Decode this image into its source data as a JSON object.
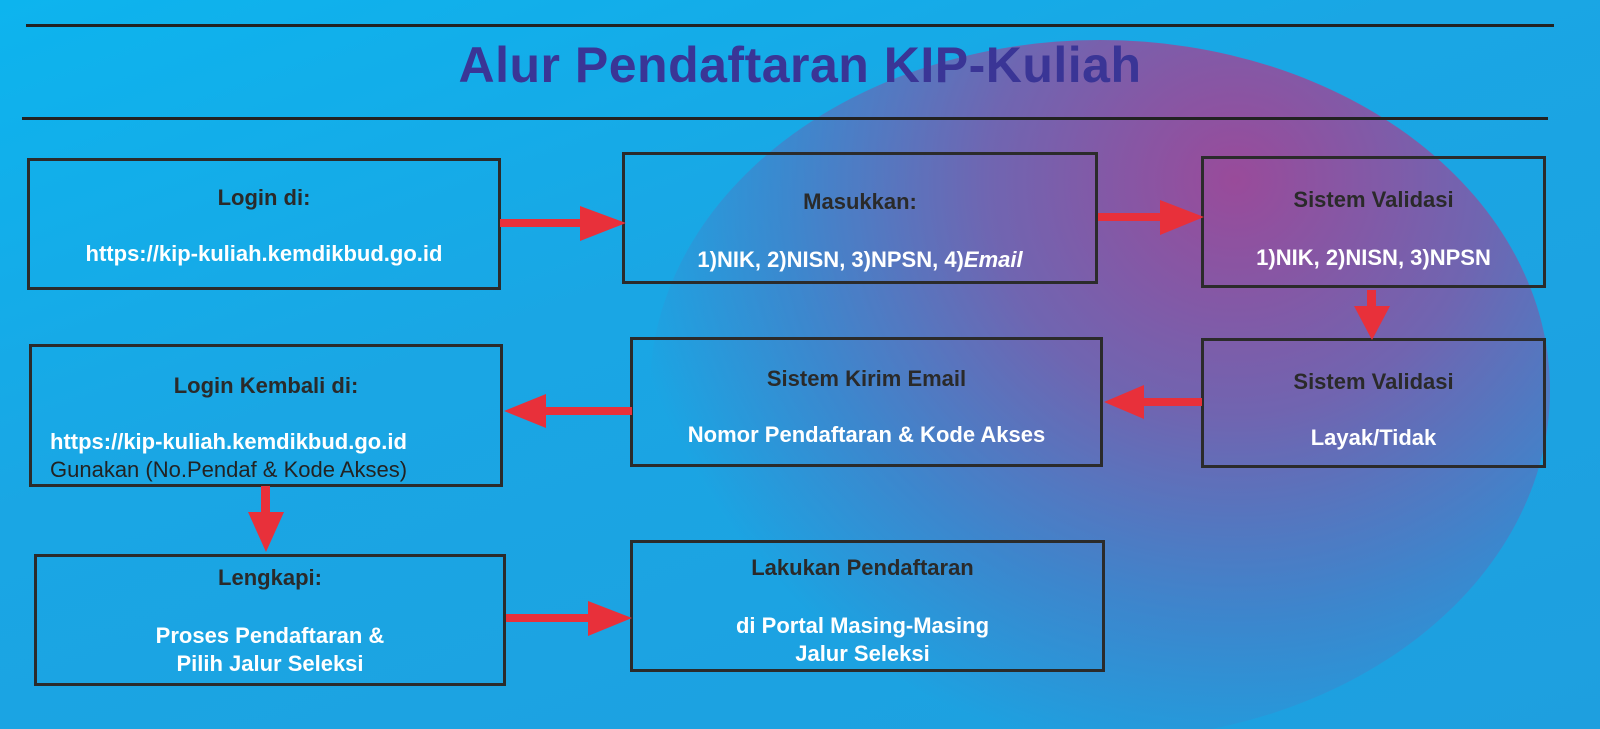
{
  "title": "Alur Pendaftaran KIP-Kuliah",
  "steps": {
    "login": {
      "heading": "Login di:",
      "url": "https://kip-kuliah.kemdikbud.go.id"
    },
    "masukkan": {
      "heading": "Masukkan:",
      "items": "1)NIK, 2)NISN, 3)NPSN, 4)",
      "email": "Email"
    },
    "validasi1": {
      "heading": "Sistem Validasi",
      "items": "1)NIK, 2)NISN, 3)NPSN"
    },
    "validasi2": {
      "heading": "Sistem Validasi",
      "result": "Layak/Tidak"
    },
    "kirim_email": {
      "heading": "Sistem Kirim Email",
      "content": "Nomor Pendaftaran & Kode Akses"
    },
    "login_kembali": {
      "heading": "Login Kembali di:",
      "url": "https://kip-kuliah.kemdikbud.go.id",
      "note": "Gunakan (No.Pendaf & Kode Akses)"
    },
    "lengkapi": {
      "heading": "Lengkapi:",
      "line1": "Proses Pendaftaran &",
      "line2": "Pilih Jalur Seleksi"
    },
    "lakukan": {
      "heading": "Lakukan Pendaftaran",
      "line1": "di Portal Masing-Masing",
      "line2": "Jalur Seleksi"
    }
  },
  "colors": {
    "title": "#3a3596",
    "arrow": "#e8303a",
    "border": "#2b2b2b",
    "background": "#0aaeea",
    "accent_glow": "#a04696"
  }
}
